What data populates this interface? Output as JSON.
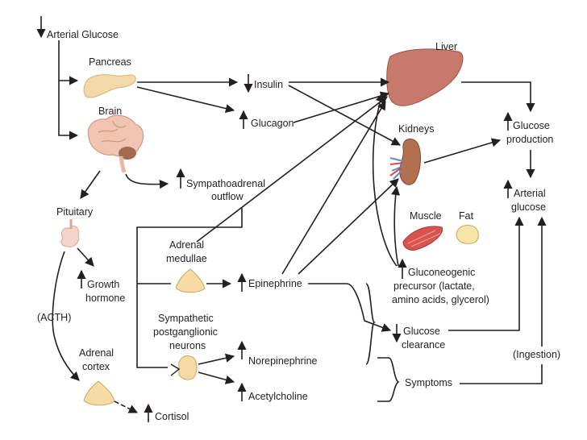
{
  "title": "",
  "nodes": {
    "arterial_glucose_top": "Arterial Glucose",
    "pancreas": "Pancreas",
    "brain": "Brain",
    "insulin": "Insulin",
    "glucagon": "Glucagon",
    "sympathoadrenal_1": "Sympathoadrenal",
    "sympathoadrenal_2": "outflow",
    "liver": "Liver",
    "kidneys": "Kidneys",
    "glucose_production_1": "Glucose",
    "glucose_production_2": "production",
    "arterial_glucose_1": "Arterial",
    "arterial_glucose_2": "glucose",
    "muscle": "Muscle",
    "fat": "Fat",
    "pituitary": "Pituitary",
    "growth_hormone_1": "Growth",
    "growth_hormone_2": "hormone",
    "acth": "(ACTH)",
    "adrenal_cortex_1": "Adrenal",
    "adrenal_cortex_2": "cortex",
    "cortisol": "Cortisol",
    "adrenal_medullae_1": "Adrenal",
    "adrenal_medullae_2": "medullae",
    "epinephrine": "Epinephrine",
    "sympathetic_1": "Sympathetic",
    "sympathetic_2": "postganglionic",
    "sympathetic_3": "neurons",
    "norepinephrine": "Norepinephrine",
    "acetylcholine": "Acetylcholine",
    "gluconeogenic_1": "Gluconeogenic",
    "gluconeogenic_2": "precursor (lactate,",
    "gluconeogenic_3": "amino acids, glycerol)",
    "glucose_clearance_1": "Glucose",
    "glucose_clearance_2": "clearance",
    "ingestion": "(Ingestion)",
    "symptoms": "Symptoms"
  },
  "colors": {
    "line": "#231f20",
    "liver": "#c7796b",
    "kidney": "#b2704f",
    "pancreas": "#f3d9a8",
    "brain": "#f0c4b0",
    "gland": "#f6dca4",
    "muscle": "#d9534f",
    "fat": "#f7e4a8",
    "pituitary": "#f3d4c8"
  }
}
